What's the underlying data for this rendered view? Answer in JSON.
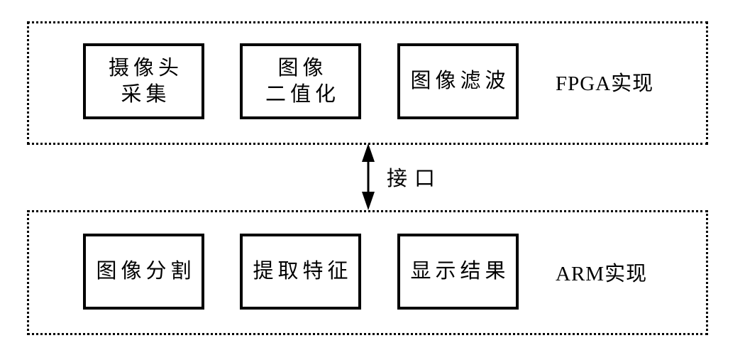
{
  "diagram": {
    "colors": {
      "background": "#ffffff",
      "line": "#000000",
      "text": "#000000"
    },
    "fpga_region": {
      "label": "FPGA实现",
      "boxes": [
        "摄像头\n采集",
        "图像\n二值化",
        "图像滤波"
      ]
    },
    "arm_region": {
      "label": "ARM实现",
      "boxes": [
        "图像分割",
        "提取特征",
        "显示结果"
      ]
    },
    "connector": {
      "label": "接口",
      "type": "double-headed-vertical-arrow"
    }
  }
}
